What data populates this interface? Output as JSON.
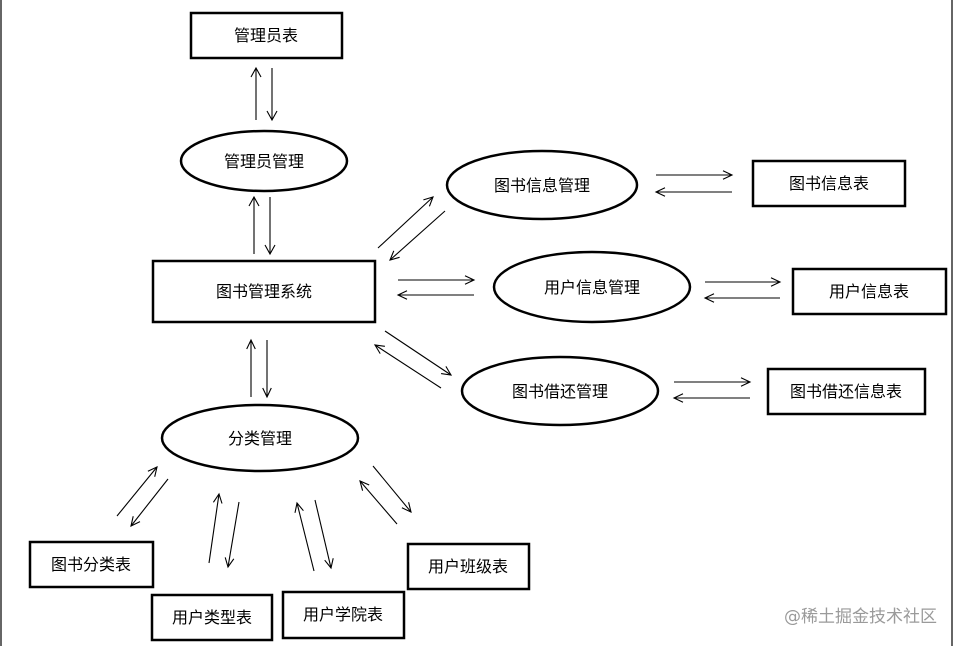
{
  "nodes": {
    "admin_table": "管理员表",
    "admin_mgmt": "管理员管理",
    "book_info_mgmt": "图书信息管理",
    "book_info_table": "图书信息表",
    "system": "图书管理系统",
    "user_info_mgmt": "用户信息管理",
    "user_info_table": "用户信息表",
    "borrow_mgmt": "图书借还管理",
    "borrow_table": "图书借还信息表",
    "category_mgmt": "分类管理",
    "book_category_table": "图书分类表",
    "user_type_table": "用户类型表",
    "user_college_table": "用户学院表",
    "user_class_table": "用户班级表"
  },
  "watermark": "@稀土掘金技术社区"
}
